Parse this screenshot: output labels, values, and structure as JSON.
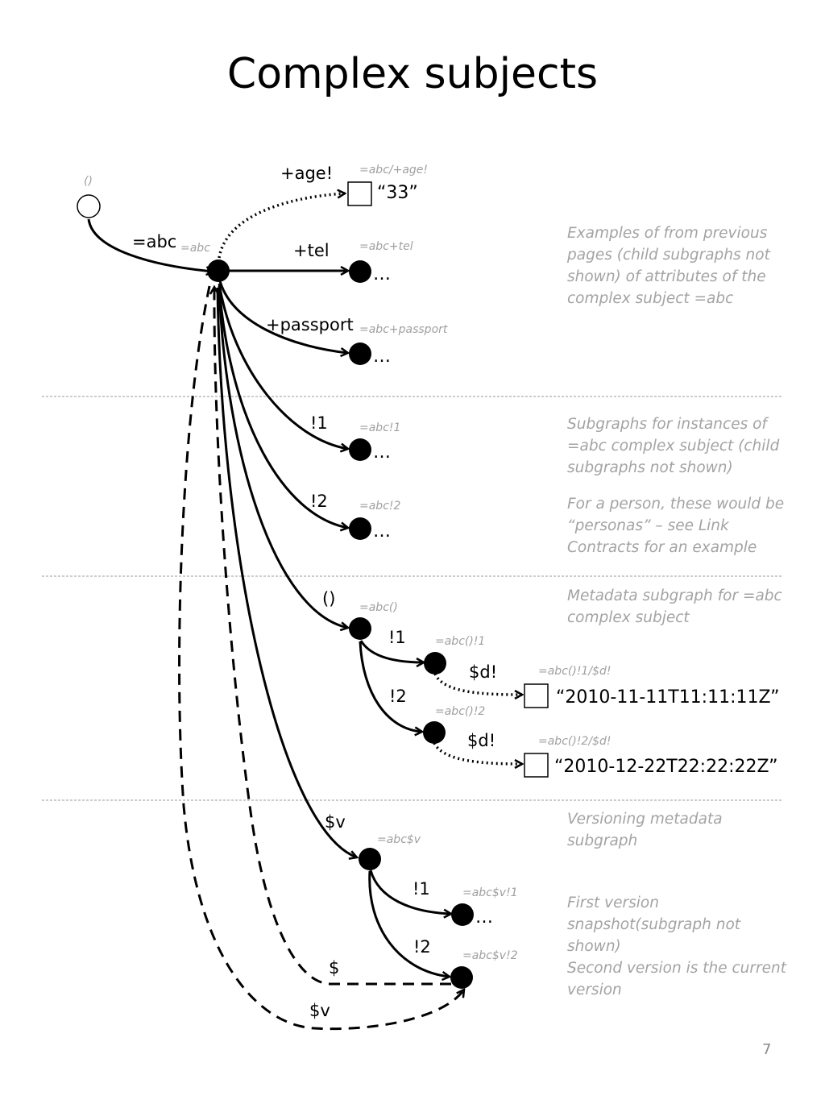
{
  "title": "Complex subjects",
  "page_number": "7",
  "root": {
    "label": "()"
  },
  "edges": {
    "abc": "=abc",
    "age": "+age!",
    "tel": "+tel",
    "passport": "+passport",
    "inst1": "!1",
    "inst2": "!2",
    "meta": "()",
    "meta1": "!1",
    "meta2": "!2",
    "d1": "$d!",
    "d2": "$d!",
    "ver": "$v",
    "ver1": "!1",
    "ver2": "!2",
    "dollar": "$",
    "dollar_v": "$v"
  },
  "ids": {
    "abc": "=abc",
    "age": "=abc/+age!",
    "tel": "=abc+tel",
    "passport": "=abc+passport",
    "inst1": "=abc!1",
    "inst2": "=abc!2",
    "meta": "=abc()",
    "meta1": "=abc()!1",
    "meta2": "=abc()!2",
    "d1": "=abc()!1/$d!",
    "d2": "=abc()!2/$d!",
    "ver": "=abc$v",
    "ver1": "=abc$v!1",
    "ver2": "=abc$v!2"
  },
  "values": {
    "age": "“33”",
    "d1": "“2010-11-11T11:11:11Z”",
    "d2": "“2010-12-22T22:22:22Z”"
  },
  "ellipsis": "…",
  "notes": {
    "attributes": "Examples of from previous pages (child subgraphs not shown) of attributes of the complex subject =abc",
    "instances": "Subgraphs for instances of =abc complex subject (child subgraphs not shown)",
    "personas": "For a person, these would be “personas” – see Link Contracts for an example",
    "metadata": "Metadata subgraph for =abc complex subject",
    "versioning": "Versioning metadata subgraph",
    "first_version": "First version snapshot(subgraph not shown)",
    "second_version": "Second version is the current version"
  }
}
